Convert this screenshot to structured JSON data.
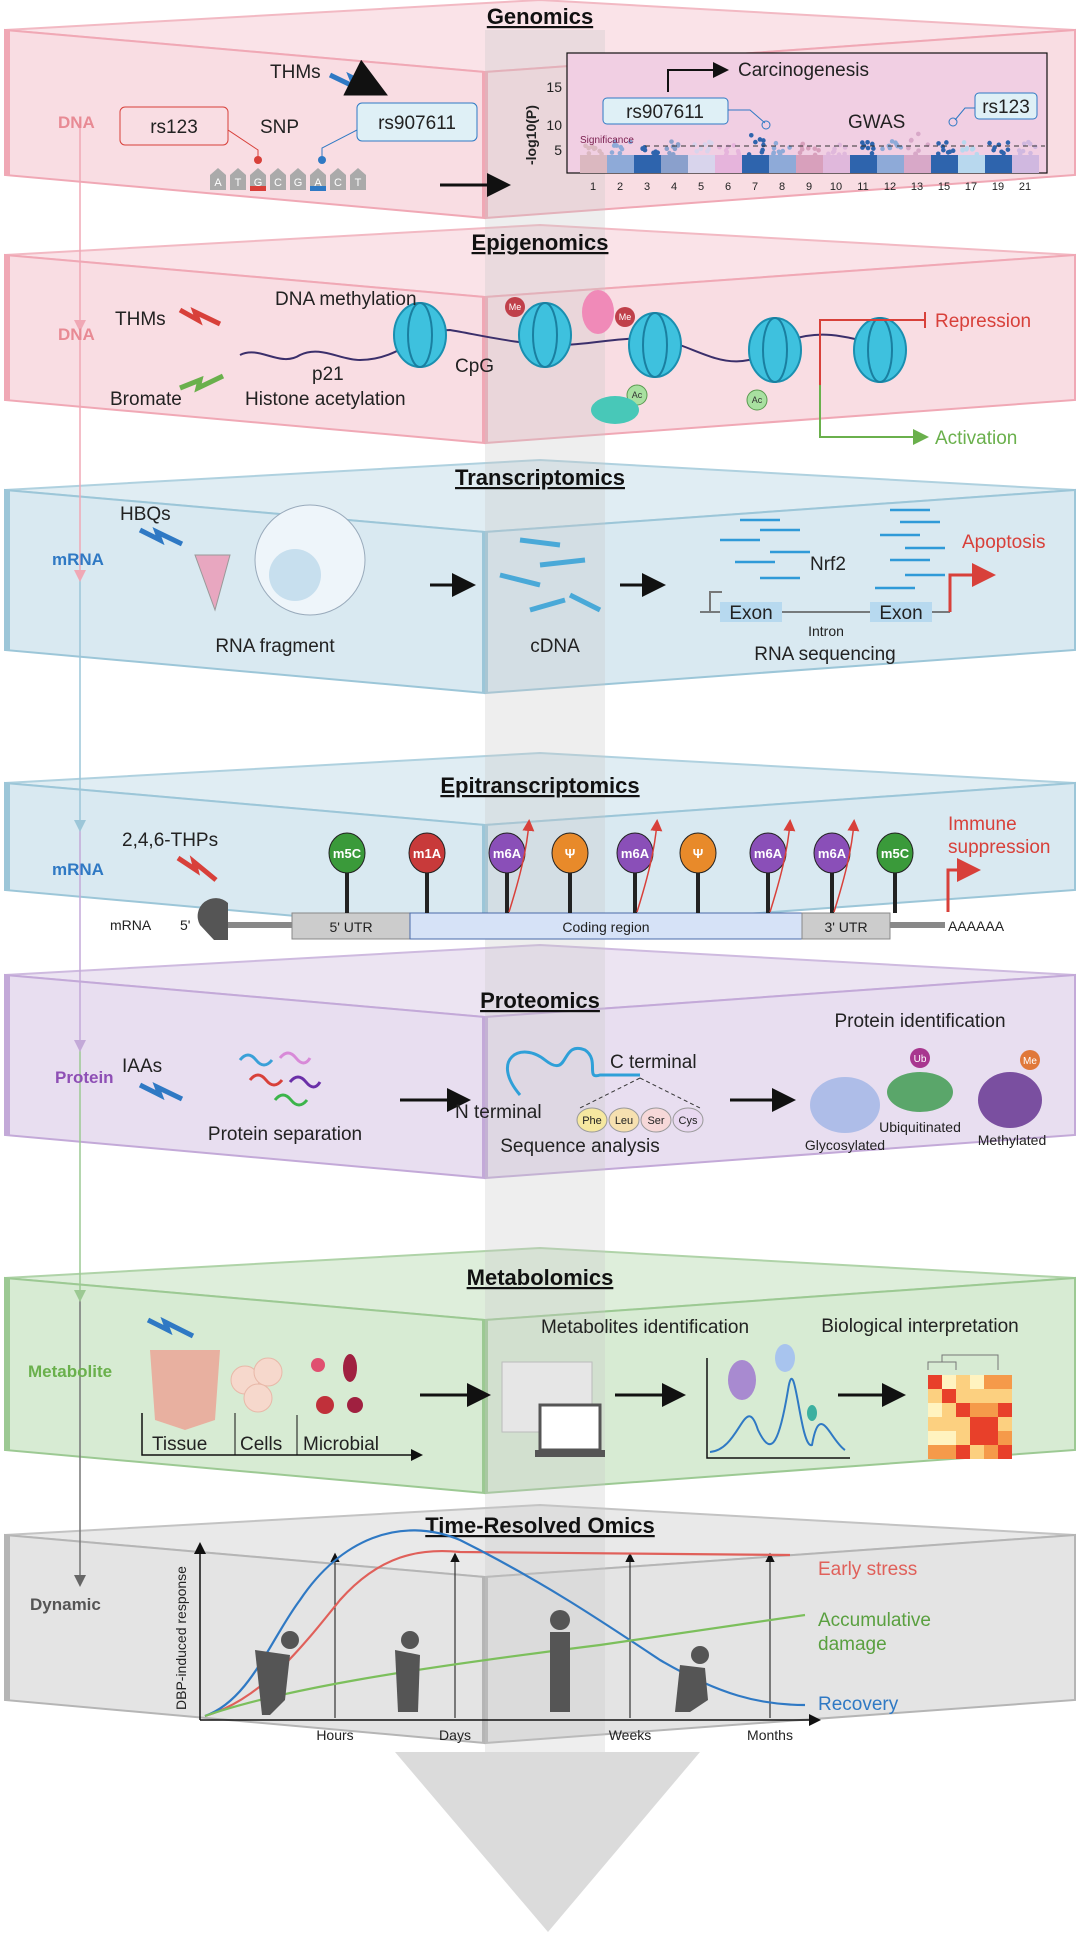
{
  "colors": {
    "genomics": "#f9dde3",
    "transcriptomics": "#d9e9f1",
    "proteomics": "#e8def0",
    "metabolomics": "#d7ebd3",
    "time": "#e4e4e4",
    "red": "#d8403a",
    "blue": "#2f79c4",
    "green": "#6ab04c",
    "purple": "#8e4fb5",
    "pink": "#e88a94"
  },
  "genomics": {
    "title": "Genomics",
    "side": "DNA",
    "stressor": "THMs",
    "snp_a": "rs123",
    "snp_label": "SNP",
    "snp_b": "rs907611",
    "bases": [
      "A",
      "T",
      "G",
      "C",
      "G",
      "A",
      "C",
      "T"
    ],
    "gwas": {
      "outcome": "Carcinogenesis",
      "title": "GWAS",
      "snp_a": "rs907611",
      "snp_b": "rs123",
      "significance": "Significance",
      "ylabel": "-log10(P)",
      "yticks": [
        "5",
        "10",
        "15"
      ],
      "xticks": [
        "1",
        "2",
        "3",
        "4",
        "5",
        "6",
        "7",
        "8",
        "9",
        "10",
        "11",
        "12",
        "13",
        "15",
        "17",
        "19",
        "21"
      ]
    }
  },
  "epigenomics": {
    "title": "Epigenomics",
    "side": "DNA",
    "stressor_a": "THMs",
    "stressor_b": "Bromate",
    "methylation": "DNA methylation",
    "acetylation": "Histone acetylation",
    "gene": "p21",
    "cpg": "CpG",
    "me": "Me",
    "ac": "Ac",
    "repression": "Repression",
    "activation": "Activation"
  },
  "transcriptomics": {
    "title": "Transcriptomics",
    "side": "mRNA",
    "stressor": "HBQs",
    "fragment": "RNA fragment",
    "cdna": "cDNA",
    "gene": "Nrf2",
    "exon": "Exon",
    "intron": "Intron",
    "seq": "RNA sequencing",
    "outcome": "Apoptosis"
  },
  "epitranscriptomics": {
    "title": "Epitranscriptomics",
    "side": "mRNA",
    "stressor": "2,4,6-THPs",
    "mrna": "mRNA",
    "five": "5'",
    "utr5": "5' UTR",
    "coding": "Coding region",
    "utr3": "3' UTR",
    "polya": "AAAAAA",
    "outcome_1": "Immune",
    "outcome_2": "suppression",
    "marks": [
      "m5C",
      "m1A",
      "m6A",
      "Ψ",
      "m6A",
      "Ψ",
      "m6A",
      "m6A",
      "m5C"
    ]
  },
  "proteomics": {
    "title": "Proteomics",
    "side": "Protein",
    "stressor": "IAAs",
    "separation": "Protein separation",
    "cterm": "C terminal",
    "nterm": "N terminal",
    "residues": [
      "Phe",
      "Leu",
      "Ser",
      "Cys"
    ],
    "seq": "Sequence analysis",
    "ident": "Protein identification",
    "glyco": "Glycosylated",
    "ubi": "Ubiquitinated",
    "ub": "Ub",
    "methyl": "Methylated",
    "me": "Me"
  },
  "metabolomics": {
    "title": "Metabolomics",
    "side": "Metabolite",
    "tissue": "Tissue",
    "cells": "Cells",
    "microbial": "Microbial",
    "ident": "Metabolites identification",
    "interp": "Biological interpretation"
  },
  "time": {
    "title": "Time-Resolved Omics",
    "side": "Dynamic",
    "ylabel": "DBP-induced response",
    "xticks": [
      "Hours",
      "Days",
      "Weeks",
      "Months"
    ],
    "early": "Early stress",
    "accum_1": "Accumulative",
    "accum_2": "damage",
    "recovery": "Recovery"
  }
}
